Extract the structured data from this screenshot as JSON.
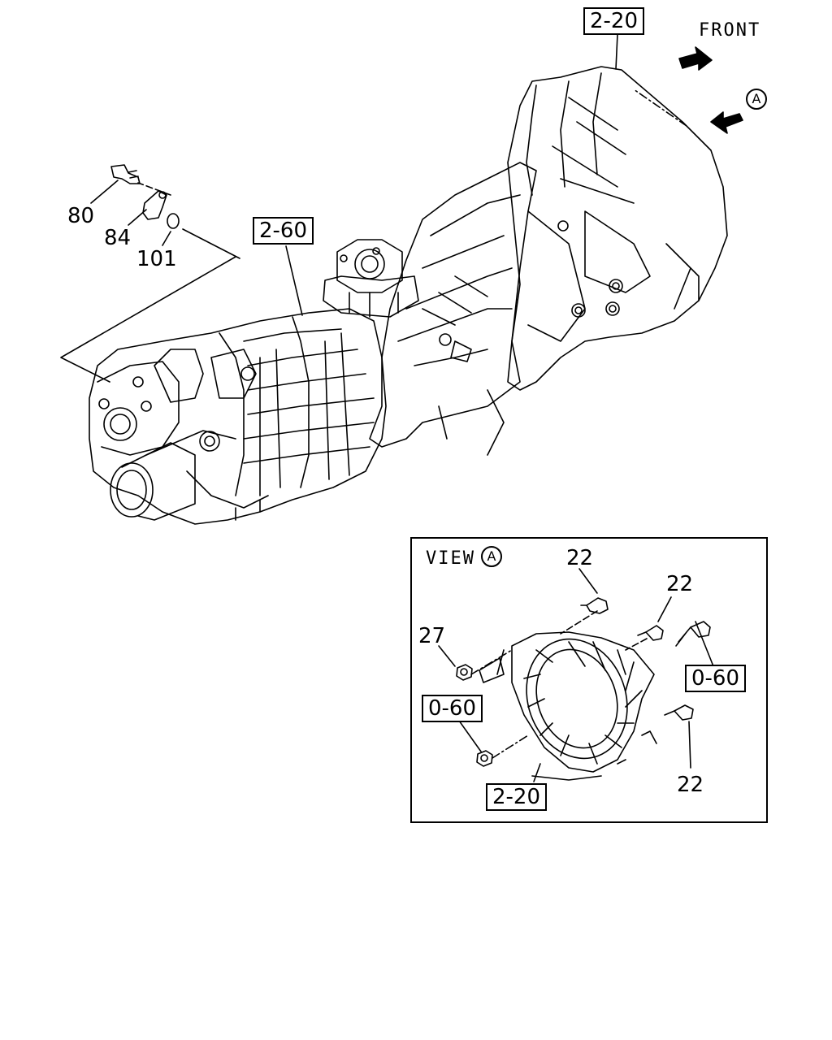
{
  "main_diagram": {
    "ref_2_20": "2-20",
    "ref_2_60": "2-60",
    "front_label": "FRONT",
    "view_marker": "A",
    "part_80": "80",
    "part_84": "84",
    "part_101": "101"
  },
  "view_a": {
    "title_prefix": "VIEW",
    "title_marker": "A",
    "part_22_top": "22",
    "part_22_mid": "22",
    "part_22_bottom": "22",
    "part_27": "27",
    "ref_0_60_right": "0-60",
    "ref_0_60_left": "0-60",
    "ref_2_20": "2-20"
  }
}
